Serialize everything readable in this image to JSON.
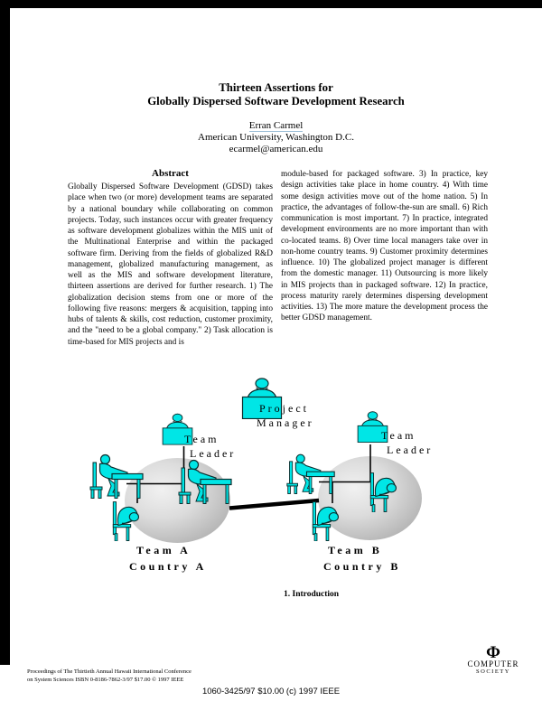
{
  "paper": {
    "title": {
      "line1": "Thirteen Assertions for",
      "line2": "Globally Dispersed Software Development Research"
    },
    "author": {
      "name": "Erran Carmel",
      "affiliation": "American University, Washington D.C.",
      "email": "ecarmel@american.edu"
    },
    "abstract": {
      "heading": "Abstract",
      "left_column": "Globally Dispersed Software Development (GDSD) takes place when two (or more) development teams are separated by a national boundary while collaborating on common projects. Today, such instances occur with greater frequency as software development globalizes within the MIS unit of the Multinational Enterprise and within the packaged software firm. Deriving from the fields of globalized R&D management, globalized manufacturing management, as well as the MIS and software development literature, thirteen assertions are derived for further research. 1) The globalization decision stems from one or more of the following five reasons: mergers & acquisition, tapping into hubs of talents & skills, cost reduction, customer proximity, and the \"need to be a global company.\"  2) Task allocation is time-based for MIS projects and is",
      "right_column": "module-based for packaged software. 3) In practice, key design activities take place in home country. 4) With time some design activities move out of the home nation. 5) In practice, the advantages of follow-the-sun are small. 6) Rich communication is most important. 7) In practice, integrated development environments are no more important than with co-located teams. 8) Over time local managers take over in non-home country teams. 9) Customer proximity determines influence. 10) The globalized project manager is different from the domestic manager. 11) Outsourcing is more likely in MIS projects than in packaged software. 12) In practice, process maturity rarely determines dispersing development activities. 13) The more mature the development process the better GDSD management."
    },
    "figure": {
      "project_manager_line1": "Project",
      "project_manager_line2": "Manager",
      "team_leader_a_line1": "Team",
      "team_leader_a_line2": "Leader",
      "team_leader_b_line1": "Team",
      "team_leader_b_line2": "Leader",
      "team_a_line1": "Team A",
      "team_a_line2": "Country A",
      "team_b_line1": "Team B",
      "team_b_line2": "Country B",
      "colors": {
        "clipart_cyan": "#00e6e6",
        "clipart_outline": "#0a2e2e",
        "ellipse_light": "#f1f1f1",
        "ellipse_dark": "#a2a2a2",
        "connector": "#000000"
      }
    },
    "section_heading": "1. Introduction",
    "footer": {
      "proceedings_line1": "Proceedings of The Thirtieth Annual Hawaii International Conference",
      "proceedings_line2": "on System Sciences ISBN 0-8186-7862-3/97 $17.00 © 1997 IEEE",
      "copyright_center": "1060-3425/97 $10.00 (c) 1997 IEEE",
      "logo_symbol": "Φ",
      "logo_line1": "COMPUTER",
      "logo_line2": "SOCIETY"
    }
  }
}
